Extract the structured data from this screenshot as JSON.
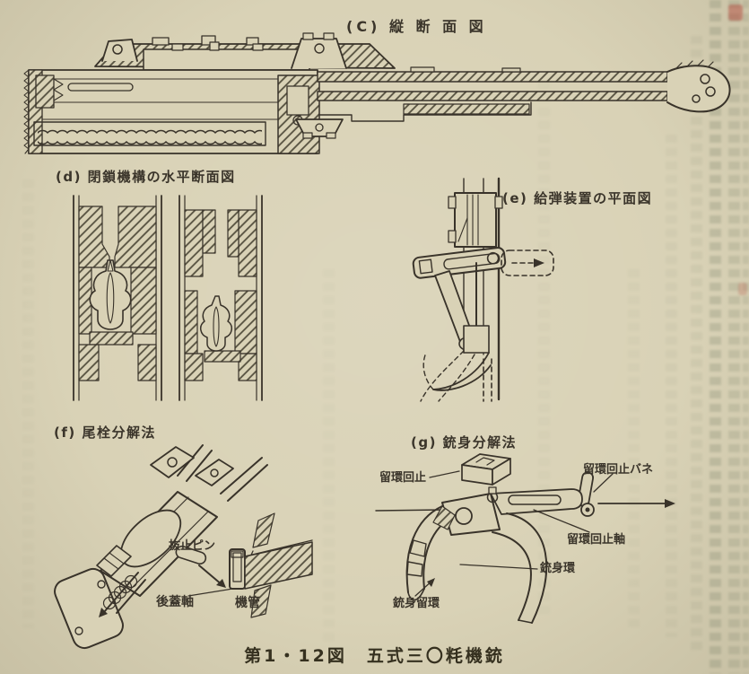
{
  "page": {
    "caption": "第1・12図　五式三〇粍機銃"
  },
  "figures": {
    "c": {
      "label": "(C) 縦 断 面 図"
    },
    "d": {
      "label": "(d) 閉鎖機構の水平断面図"
    },
    "e": {
      "label": "(e) 給弾装置の平面図"
    },
    "f": {
      "label": "(f) 尾栓分解法",
      "parts": {
        "pull_stop_pin": "抜止ピン",
        "rear_cover_shaft": "後蓋軸",
        "receiver_tube": "機管"
      }
    },
    "g": {
      "label": "(g) 銃身分解法",
      "parts": {
        "ring_stop": "留環回止",
        "ring_stop_spring": "留環回止バネ",
        "ring_stop_shaft": "留環回止軸",
        "barrel_ring": "銃身環",
        "barrel_retaining_ring": "銃身留環"
      }
    }
  },
  "colors": {
    "paper": "#d9d2b6",
    "ink": "#39332a"
  }
}
